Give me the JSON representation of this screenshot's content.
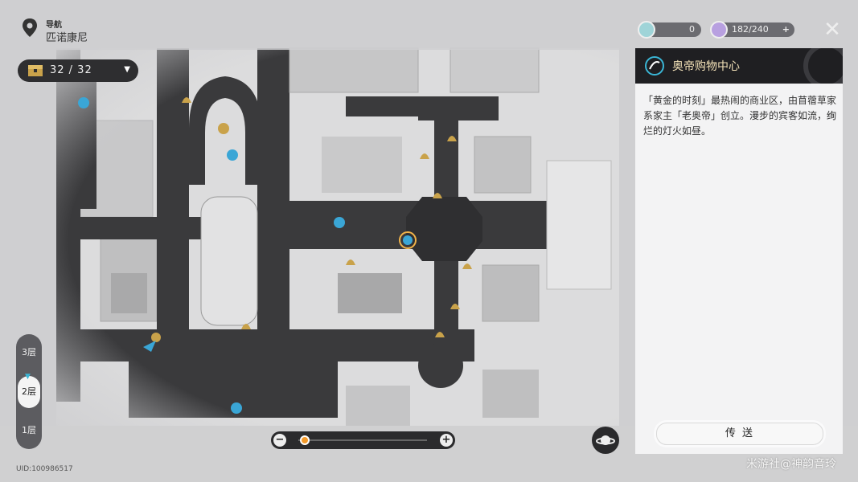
{
  "navigation": {
    "title": "导航",
    "region": "匹诺康尼"
  },
  "chest_counter": {
    "value": "32 / 32"
  },
  "currencies": [
    {
      "icon": "stellar-jade-icon",
      "value": "0"
    },
    {
      "icon": "trailblaze-power-icon",
      "value": "182/240",
      "add_label": "+"
    }
  ],
  "close_label": "✕",
  "location_panel": {
    "icon": "space-anchor-icon",
    "title": "奥帝购物中心",
    "description": "「黄金的时刻」最热闹的商业区，由苜蓿草家系家主「老奥帝」创立。漫步的宾客如流，绚烂的灯火如昼。",
    "teleport_label": "传 送"
  },
  "floors": [
    {
      "label": "3层",
      "active": false
    },
    {
      "label": "2层",
      "active": true
    },
    {
      "label": "1层",
      "active": false
    }
  ],
  "zoom": {
    "minus_label": "−",
    "plus_label": "+",
    "level": 0.05
  },
  "uid": "UID:100986517",
  "watermark": "米游社@神韵音玲",
  "colors": {
    "accent_gold": "#f3e2b8",
    "teleport_blue": "#3ab6d6",
    "zoom_knob": "#f39a2a"
  }
}
